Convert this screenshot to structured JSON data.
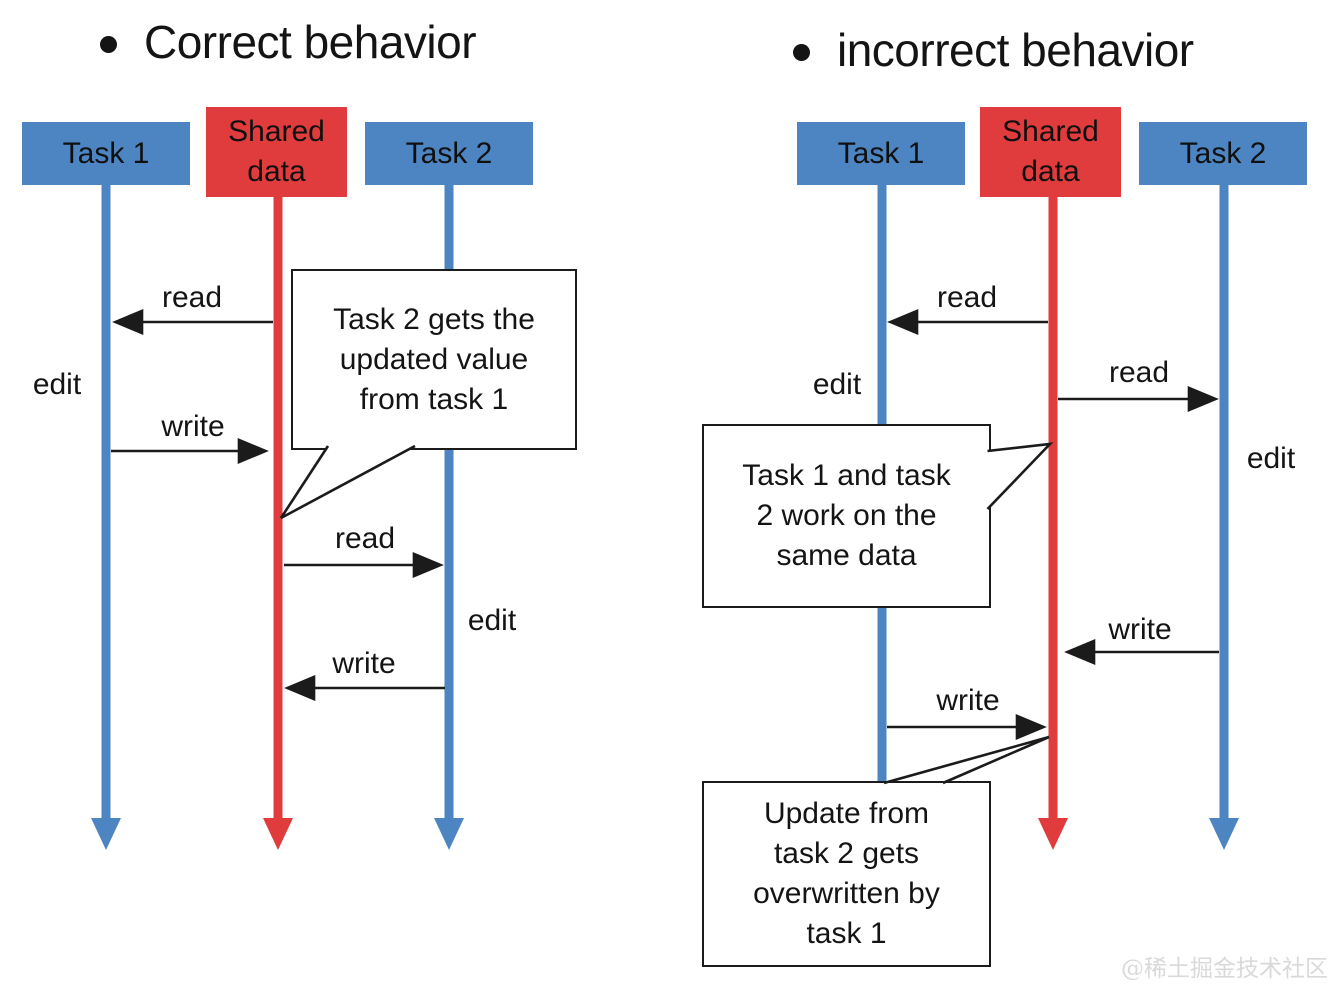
{
  "colors": {
    "task_box_blue": "#4D85C3",
    "shared_box_red": "#E03B3D",
    "ink_black": "#1B1B1B",
    "watermark_gray": "#D9D9D9"
  },
  "icons": {
    "bullet": "filled-circle",
    "lifeline_arrow": "down-triangle"
  },
  "left": {
    "title": "Correct behavior",
    "task1_label": "Task 1",
    "shared_label": "Shared\ndata",
    "task2_label": "Task 2",
    "read1_label": "read",
    "edit1_label": "edit",
    "write1_label": "write",
    "callout_text": "Task 2 gets the\nupdated value\nfrom task 1",
    "read2_label": "read",
    "edit2_label": "edit",
    "write2_label": "write"
  },
  "right": {
    "title": "incorrect behavior",
    "task1_label": "Task 1",
    "shared_label": "Shared\ndata",
    "task2_label": "Task 2",
    "read1_label": "read",
    "edit1_label": "edit",
    "read2_label": "read",
    "edit2_label": "edit",
    "callout1_text": "Task 1 and task\n2 work on the\nsame data",
    "write1_label": "write",
    "write2_label": "write",
    "callout2_text": "Update from\ntask 2 gets\noverwritten by\ntask 1"
  },
  "watermark": "@稀土掘金技术社区"
}
